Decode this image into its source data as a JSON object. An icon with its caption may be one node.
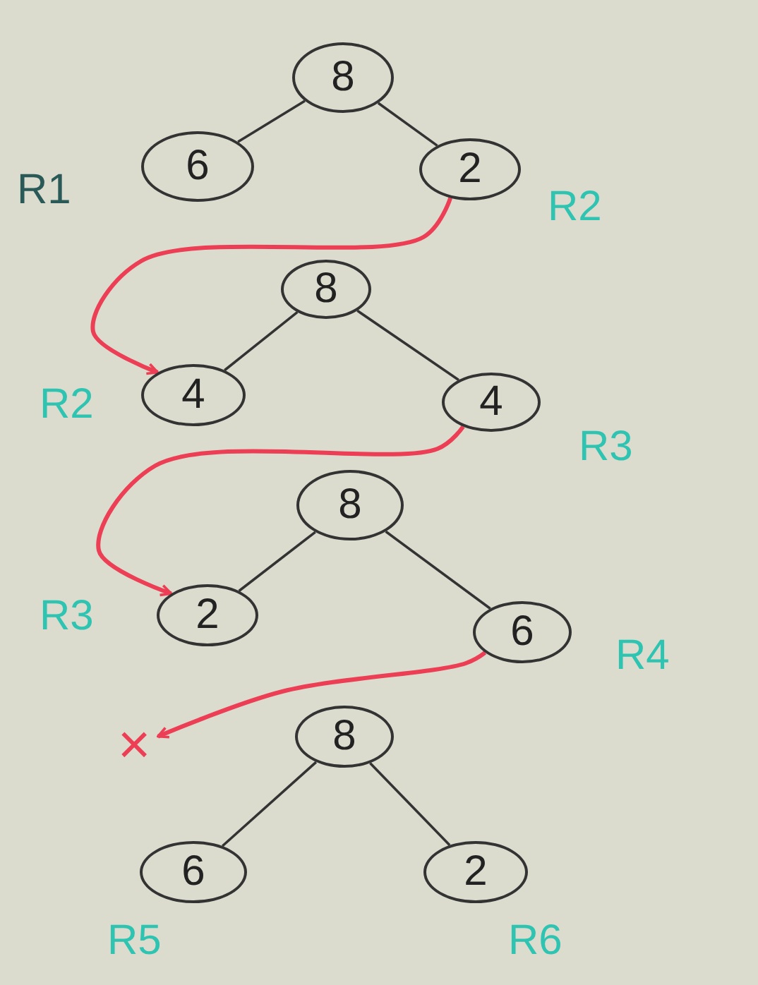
{
  "diagram": {
    "nodes": [
      {
        "text": [
          "8"
        ]
      },
      {
        "text": [
          "6"
        ],
        "beside": [
          "R1"
        ]
      },
      {
        "text": [
          "2"
        ],
        "beside": [
          "R2"
        ]
      },
      {
        "text": [
          "8"
        ]
      },
      {
        "text": [
          "4"
        ],
        "beside": [
          "R2"
        ]
      },
      {
        "text": [
          "4"
        ],
        "beside": [
          "R3"
        ]
      },
      {
        "text": [
          "8"
        ]
      },
      {
        "text": [
          "2"
        ],
        "beside": [
          "R3"
        ]
      },
      {
        "text": [
          "6"
        ],
        "beside": [
          "R4"
        ]
      },
      {
        "text": [
          "×"
        ]
      },
      {
        "text": [
          "8"
        ]
      },
      {
        "text": [
          "6"
        ],
        "beside": [
          "R5"
        ]
      },
      {
        "text": [
          "2"
        ],
        "beside": [
          "R6"
        ]
      }
    ],
    "edges": [
      {
        "from": 0,
        "to": 1,
        "arrow": "none"
      },
      {
        "from": 0,
        "to": 2,
        "arrow": "none"
      },
      {
        "from": 2,
        "to": 4,
        "arrow": "to",
        "color": "#ec3f55"
      },
      {
        "from": 3,
        "to": 4,
        "arrow": "none"
      },
      {
        "from": 3,
        "to": 5,
        "arrow": "none"
      },
      {
        "from": 5,
        "to": 7,
        "arrow": "to",
        "color": "#ec3f55"
      },
      {
        "from": 6,
        "to": 7,
        "arrow": "none"
      },
      {
        "from": 6,
        "to": 8,
        "arrow": "none"
      },
      {
        "from": 8,
        "to": 9,
        "arrow": "to",
        "color": "#ec3f55"
      },
      {
        "from": 10,
        "to": 11,
        "arrow": "none"
      },
      {
        "from": 10,
        "to": 12,
        "arrow": "none"
      }
    ]
  }
}
